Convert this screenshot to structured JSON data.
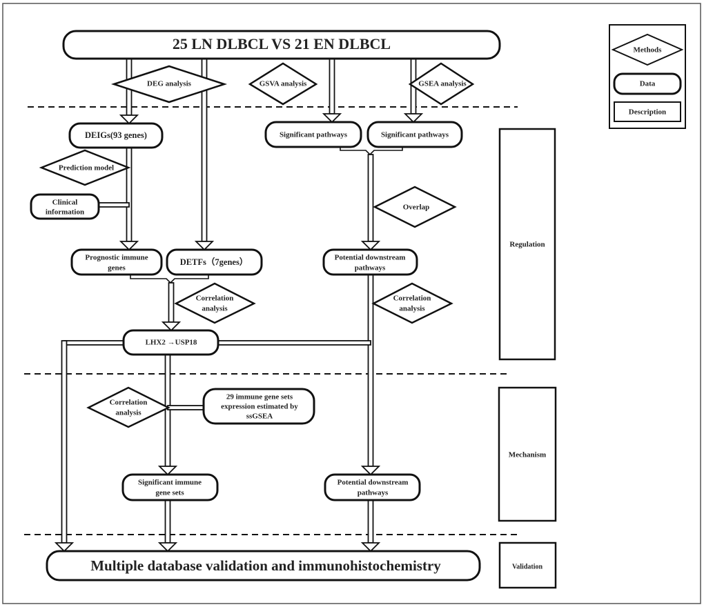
{
  "top": {
    "label": "25 LN DLBCL VS 21 EN DLBCL"
  },
  "methods": {
    "deg": "DEG analysis",
    "gsva": "GSVA analysis",
    "gsea": "GSEA analysis",
    "prediction": "Prediction model",
    "overlap": "Overlap",
    "corr1": [
      "Correlation",
      "analysis"
    ],
    "corr2": [
      "Correlation",
      "analysis"
    ],
    "corr3": [
      "Correlation",
      "analysis"
    ]
  },
  "data": {
    "deigs": "DEIGs(93 genes)",
    "sig1": "Significant pathways",
    "sig2": "Significant pathways",
    "clinical": [
      "Clinical",
      "information"
    ],
    "prognostic": [
      "Prognostic immune",
      "genes"
    ],
    "detfs": "DETFs（7genes）",
    "pdp1": [
      "Potential downstream",
      "pathways"
    ],
    "lhx2": "LHX2 →USP18",
    "immune29": [
      "29 immune gene sets",
      "expression estimated by",
      "ssGSEA"
    ],
    "sigimm": [
      "Significant immune",
      "gene sets"
    ],
    "pdp2": [
      "Potential downstream",
      "pathways"
    ]
  },
  "bottom": {
    "label": "Multiple database validation and immunohistochemistry"
  },
  "stages": {
    "regulation": "Regulation",
    "mechanism": "Mechanism",
    "validation": "Validation"
  },
  "legend": {
    "methods": "Methods",
    "data": "Data",
    "description": "Description"
  }
}
